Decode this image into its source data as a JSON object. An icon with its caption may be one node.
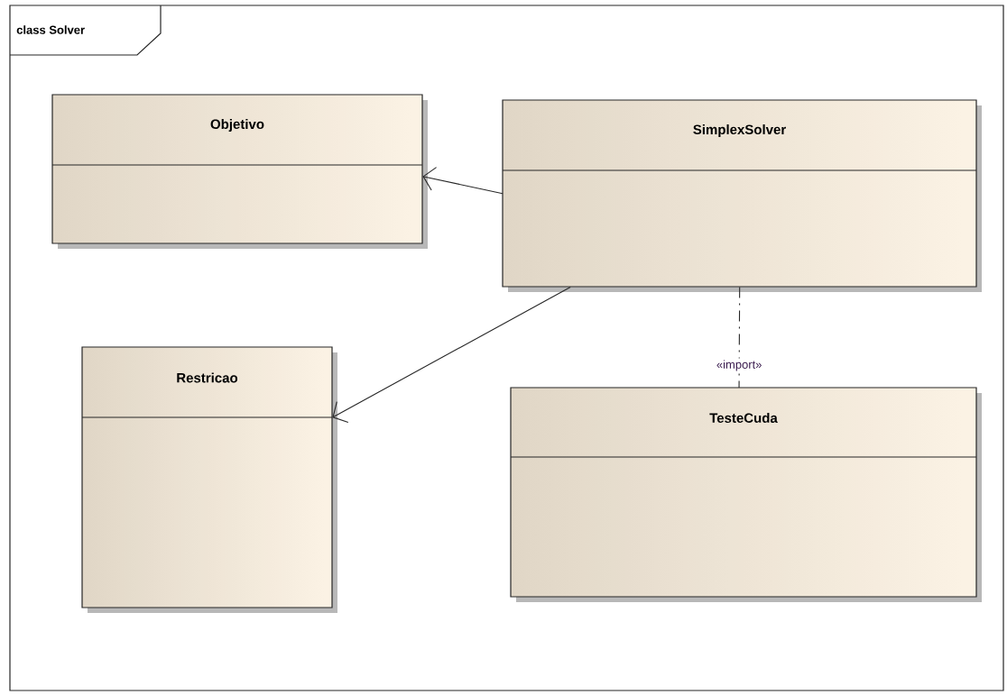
{
  "diagram": {
    "nodes": [
      {
        "text": [
          "class Solver"
        ]
      },
      {
        "text": [
          "Objetivo"
        ],
        "in": 0
      },
      {
        "text": [
          "SimplexSolver"
        ],
        "in": 0
      },
      {
        "text": [
          "Restricao"
        ],
        "in": 0
      },
      {
        "text": [
          "TesteCuda"
        ],
        "in": 0
      }
    ],
    "edges": [
      {
        "from": 2,
        "to": 1,
        "arrow": "to"
      },
      {
        "from": 2,
        "to": 3,
        "arrow": "to"
      },
      {
        "from": 2,
        "to": 4,
        "arrow": "none",
        "style": "dashed",
        "label": "«import»"
      }
    ]
  }
}
